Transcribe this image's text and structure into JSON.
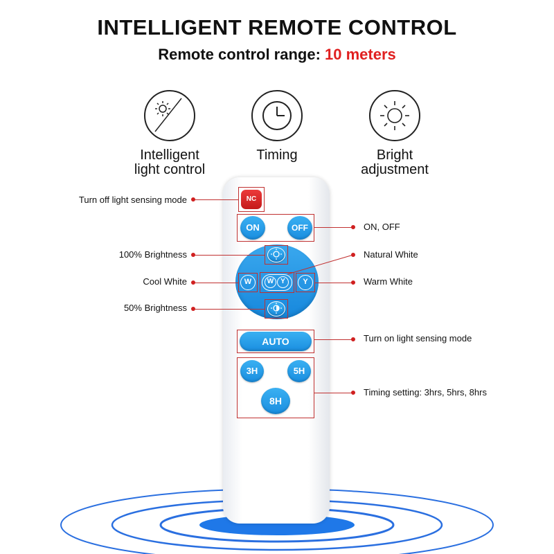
{
  "header": {
    "title": "INTELLIGENT REMOTE CONTROL",
    "subtitle_prefix": "Remote control range: ",
    "subtitle_highlight": "10 meters"
  },
  "features": [
    {
      "label": "Intelligent\nlight control",
      "icon": "sun-moon-icon"
    },
    {
      "label": "Timing",
      "icon": "clock-icon"
    },
    {
      "label": "Bright\nadjustment",
      "icon": "sun-icon"
    }
  ],
  "remote": {
    "nc_label": "NC",
    "on_label": "ON",
    "off_label": "OFF",
    "w_label": "W",
    "y_label": "Y",
    "wy_w": "W",
    "wy_y": "Y",
    "auto_label": "AUTO",
    "h3_label": "3H",
    "h5_label": "5H",
    "h8_label": "8H"
  },
  "annotations": {
    "turn_off_sensing": "Turn off light sensing mode",
    "on_off": "ON, OFF",
    "brightness_100": "100% Brightness",
    "natural_white": "Natural White",
    "cool_white": "Cool White",
    "warm_white": "Warm White",
    "brightness_50": "50%  Brightness",
    "turn_on_sensing": "Turn on light sensing mode",
    "timing_setting": "Timing setting: 3hrs, 5hrs, 8hrs"
  },
  "colors": {
    "accent_red": "#e02020",
    "button_blue": "#1a8ee0",
    "wave_blue": "#1f6fe0"
  }
}
